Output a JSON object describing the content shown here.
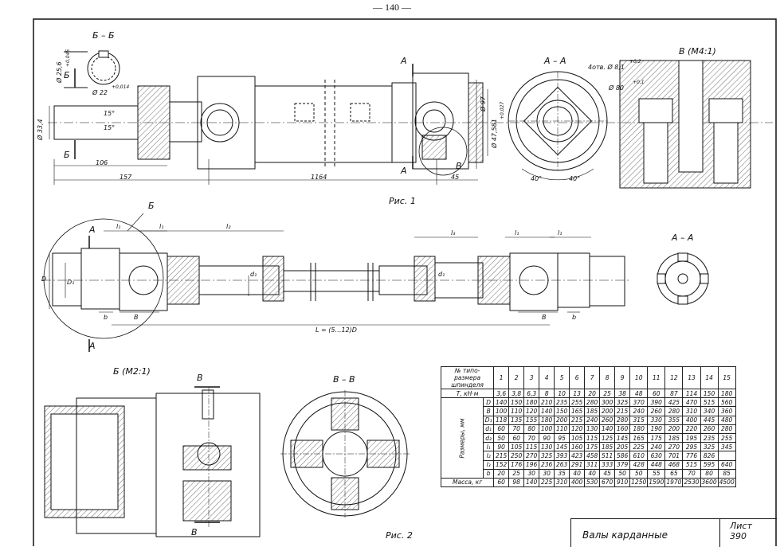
{
  "page_number": "— 140 —",
  "fig1": {
    "caption": "Рис. 1",
    "section_bb": "Б – Б",
    "section_aa": "А – А",
    "detail_v": "В (М4:1)",
    "cut_a": "А",
    "cut_b": "Б",
    "callout_v": "В",
    "dims": {
      "d_hole": "Ø 25,6",
      "d_hole_tol": "+0,045",
      "d_key": "Ø 22",
      "d_key_tol": "+0,014",
      "d_shaft": "Ø 33,4",
      "angle_top": "15°",
      "angle_bot": "15°",
      "len_106": "106",
      "len_157": "157",
      "len_1164": "1164",
      "len_45": "45",
      "d_97": "Ø 97",
      "d_47": "Ø 47,581",
      "d_47_tol": "+0,027",
      "holes": "4отв. Ø 8,1",
      "holes_tol": "+0,2",
      "d_80": "Ø 80",
      "d_80_tol": "+0,1",
      "ang_left": "40°",
      "ang_right": "40°"
    }
  },
  "fig2": {
    "caption": "Рис. 2",
    "callout_b": "Б",
    "cut_a": "А",
    "section_aa": "А – А",
    "section_vv": "В – В",
    "detail_b": "Б (М2:1)",
    "cut_v": "В",
    "labels": {
      "l1": "l₁",
      "l2": "l₂",
      "l3": "l₃",
      "D": "D",
      "D1": "D₁",
      "d1": "d₁",
      "b": "b",
      "B": "B",
      "L": "L = (5…12)D"
    }
  },
  "spec_table": {
    "header_label": "№ типо-размера шпинделя",
    "torque_label": "Т, кН·м",
    "axis_label": "Размеры, мм",
    "mass_label": "Масса, кг",
    "sizes": [
      "1",
      "2",
      "3",
      "4",
      "5",
      "6",
      "7",
      "8",
      "9",
      "10",
      "11",
      "12",
      "13",
      "14",
      "15"
    ],
    "torque": [
      "3,6",
      "3,8",
      "6,3",
      "8",
      "10",
      "13",
      "20",
      "25",
      "38",
      "48",
      "60",
      "87",
      "114",
      "150",
      "180"
    ],
    "dim_rows": [
      {
        "name": "D",
        "values": [
          "140",
          "150",
          "180",
          "210",
          "235",
          "255",
          "280",
          "300",
          "325",
          "370",
          "390",
          "425",
          "470",
          "515",
          "560"
        ]
      },
      {
        "name": "B",
        "values": [
          "100",
          "110",
          "120",
          "140",
          "150",
          "165",
          "185",
          "200",
          "215",
          "240",
          "260",
          "280",
          "310",
          "340",
          "360"
        ]
      },
      {
        "name": "D₁",
        "values": [
          "118",
          "135",
          "155",
          "180",
          "200",
          "215",
          "240",
          "260",
          "280",
          "315",
          "330",
          "355",
          "400",
          "445",
          "480"
        ]
      },
      {
        "name": "d₁",
        "values": [
          "60",
          "70",
          "80",
          "100",
          "110",
          "120",
          "130",
          "140",
          "160",
          "180",
          "190",
          "200",
          "220",
          "260",
          "280"
        ]
      },
      {
        "name": "d₂",
        "values": [
          "50",
          "60",
          "70",
          "90",
          "95",
          "105",
          "115",
          "125",
          "145",
          "165",
          "175",
          "185",
          "195",
          "235",
          "255"
        ]
      },
      {
        "name": "l₁",
        "values": [
          "90",
          "105",
          "115",
          "130",
          "145",
          "160",
          "175",
          "185",
          "205",
          "225",
          "240",
          "270",
          "295",
          "325",
          "345"
        ]
      },
      {
        "name": "l₂",
        "values": [
          "215",
          "250",
          "270",
          "325",
          "393",
          "423",
          "458",
          "511",
          "586",
          "610",
          "630",
          "701",
          "776",
          "826",
          ""
        ]
      },
      {
        "name": "l₃",
        "values": [
          "152",
          "176",
          "196",
          "236",
          "263",
          "291",
          "311",
          "333",
          "379",
          "428",
          "448",
          "468",
          "515",
          "595",
          "640"
        ]
      },
      {
        "name": "b",
        "values": [
          "20",
          "25",
          "30",
          "30",
          "35",
          "40",
          "40",
          "45",
          "50",
          "50",
          "55",
          "65",
          "70",
          "80",
          "85"
        ]
      }
    ],
    "mass": [
      "60",
      "98",
      "140",
      "225",
      "310",
      "400",
      "530",
      "670",
      "910",
      "1250",
      "1590",
      "1970",
      "2530",
      "3600",
      "4500"
    ]
  },
  "title_block": {
    "name": "Валы карданные",
    "sheet_label": "Лист",
    "sheet_number": "390"
  }
}
